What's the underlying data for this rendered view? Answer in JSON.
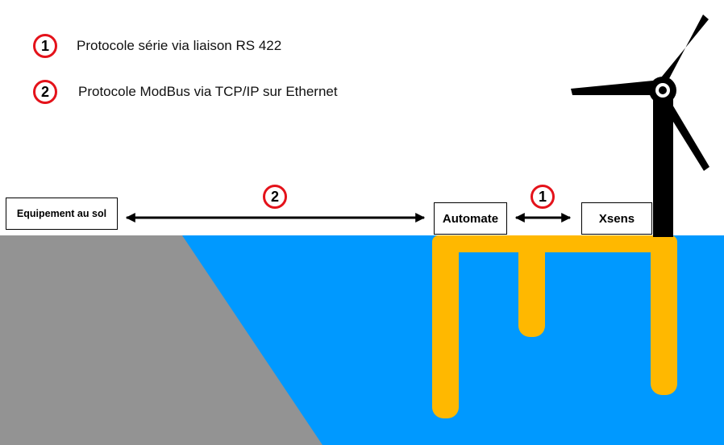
{
  "legend": [
    {
      "number": "1",
      "text": "Protocole série via liaison RS 422"
    },
    {
      "number": "2",
      "text": "Protocole ModBus via TCP/IP sur Ethernet"
    }
  ],
  "nodes": {
    "ground_equipment": "Equipement au sol",
    "plc": "Automate",
    "sensor": "Xsens"
  },
  "links": {
    "ground_to_plc": "2",
    "plc_to_sensor": "1"
  },
  "colors": {
    "sea": "#0099ff",
    "ground": "#939393",
    "foundation": "#ffb800",
    "badge_border": "#e4121a",
    "turbine": "#000000"
  }
}
